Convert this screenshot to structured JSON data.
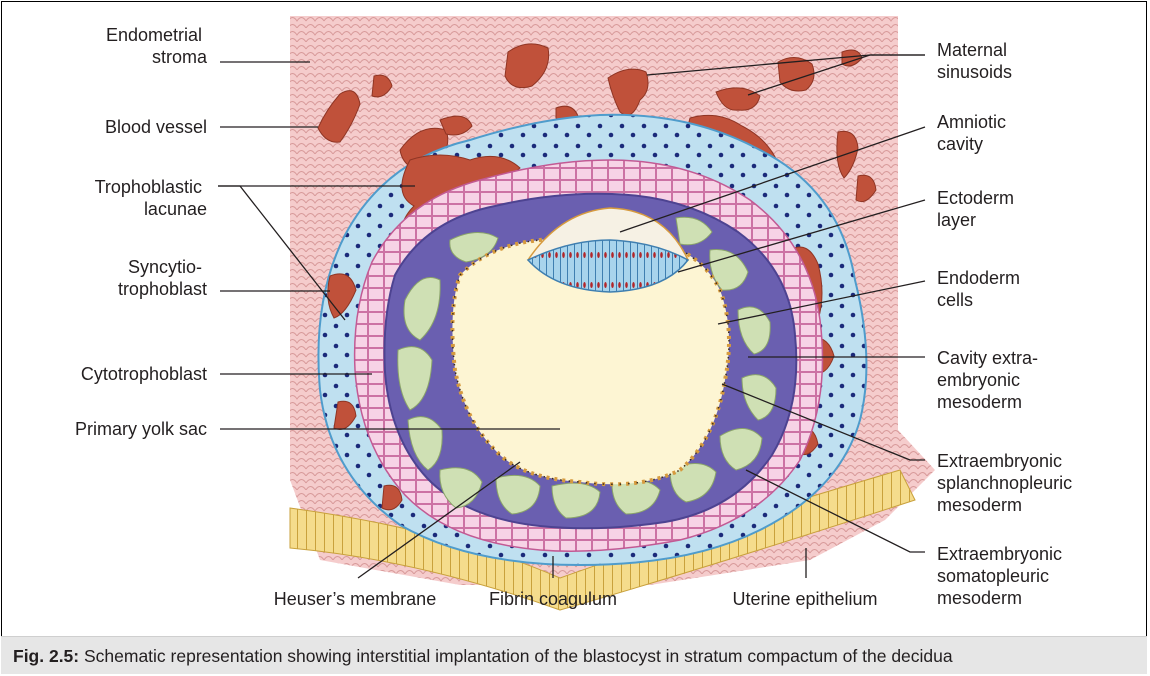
{
  "labels": {
    "endometrial_stroma": [
      "Endometrial",
      "stroma"
    ],
    "blood_vessel": [
      "Blood vessel"
    ],
    "trophoblastic_lacunae": [
      "Trophoblastic",
      "lacunae"
    ],
    "syncytiotrophoblast": [
      "Syncytio-",
      "trophoblast"
    ],
    "cytotrophoblast": [
      "Cytotrophoblast"
    ],
    "primary_yolk_sac": [
      "Primary yolk sac"
    ],
    "heusers_membrane": [
      "Heuser’s membrane"
    ],
    "fibrin_coagulum": [
      "Fibrin coagulum"
    ],
    "uterine_epithelium": [
      "Uterine epithelium"
    ],
    "maternal_sinusoids": [
      "Maternal",
      "sinusoids"
    ],
    "amniotic_cavity": [
      "Amniotic",
      "cavity"
    ],
    "ectoderm_layer": [
      "Ectoderm",
      "layer"
    ],
    "endoderm_cells": [
      "Endoderm",
      "cells"
    ],
    "cavity_extraembryonic": [
      "Cavity extra-",
      "embryonic",
      "mesoderm"
    ],
    "splanchnopleuric": [
      "Extraembryonic",
      "splanchnopleuric",
      "mesoderm"
    ],
    "somatopleuric": [
      "Extraembryonic",
      "somatopleuric",
      "mesoderm"
    ]
  },
  "caption": {
    "prefix": "Fig. 2.5:",
    "text": " Schematic representation showing interstitial implantation of the blastocyst in stratum compactum of the decidua"
  },
  "colors": {
    "stroma": "#f5cccc",
    "stroma_cell": "#d89a9a",
    "vessel": "#c0513a",
    "syncytio": "#bfe0f0",
    "syncytio_edge": "#4f9ccc",
    "nucleus": "#1b2a7a",
    "cyto": "#f7d3e6",
    "cyto_edge": "#c25a94",
    "mesoderm": "#6a5fb0",
    "mesoderm_cell": "#cfe0b4",
    "yolk": "#fdf5d3",
    "epithelium": "#f5dc8c",
    "caption_bg": "#e6e6e6"
  }
}
